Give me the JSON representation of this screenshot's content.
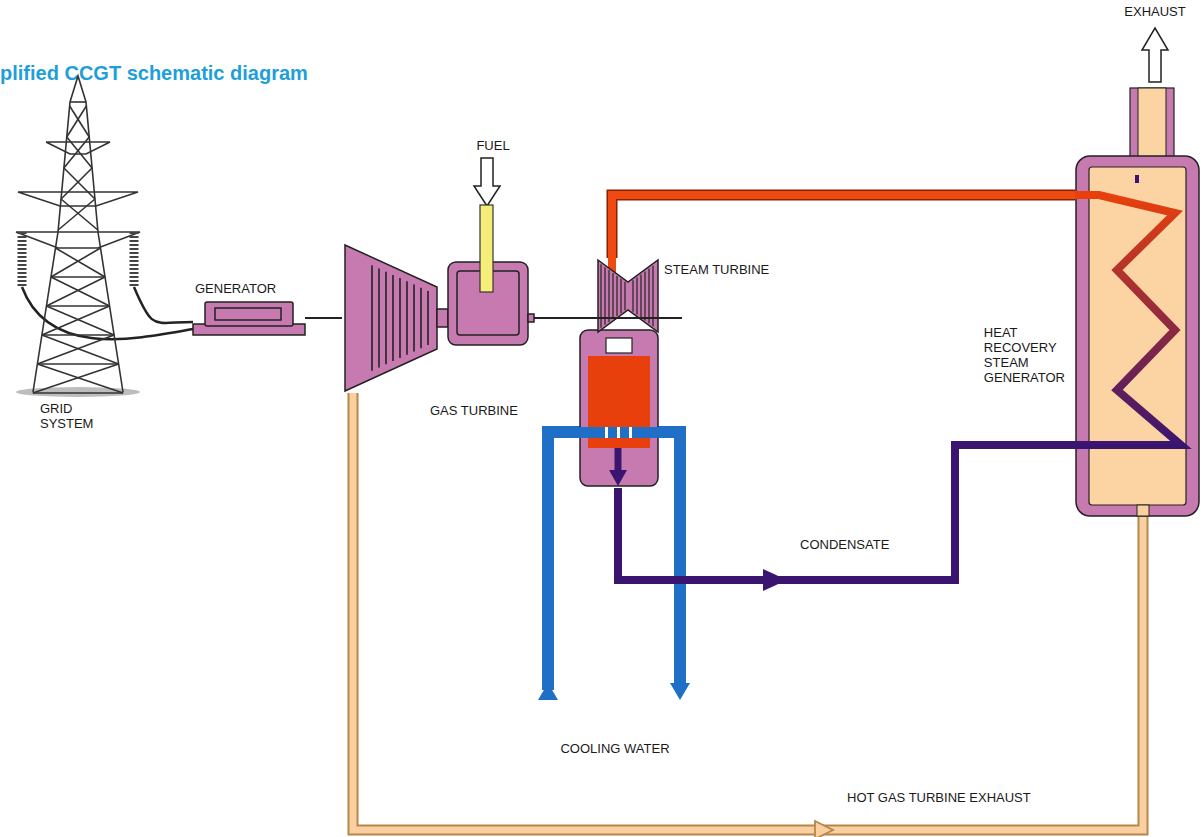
{
  "diagram": {
    "title": "plified CCGT schematic diagram",
    "nodes": [
      {
        "text": [
          "GRID SYSTEM"
        ]
      },
      {
        "text": [
          "GENERATOR"
        ]
      },
      {
        "text": [
          "GAS TURBINE"
        ]
      },
      {
        "text": [
          "STEAM TURBINE"
        ]
      },
      {
        "text": [
          "HEAT RECOVERY STEAM GENERATOR"
        ]
      }
    ],
    "edges": [
      {
        "from": 0,
        "to": 1,
        "arrow": "none"
      },
      {
        "from": 1,
        "to": 2,
        "arrow": "none"
      },
      {
        "from": 2,
        "to": 3,
        "arrow": "none"
      },
      {
        "from": 2,
        "to": 4,
        "label": "HOT GAS TURBINE EXHAUST",
        "arrow": "to"
      },
      {
        "from": 3,
        "to": 4,
        "label": "CONDENSATE",
        "arrow": "to"
      },
      {
        "from": 4,
        "to": 3,
        "arrow": "none"
      }
    ],
    "labels": [
      "FUEL",
      "EXHAUST",
      "COOLING WATER"
    ]
  }
}
